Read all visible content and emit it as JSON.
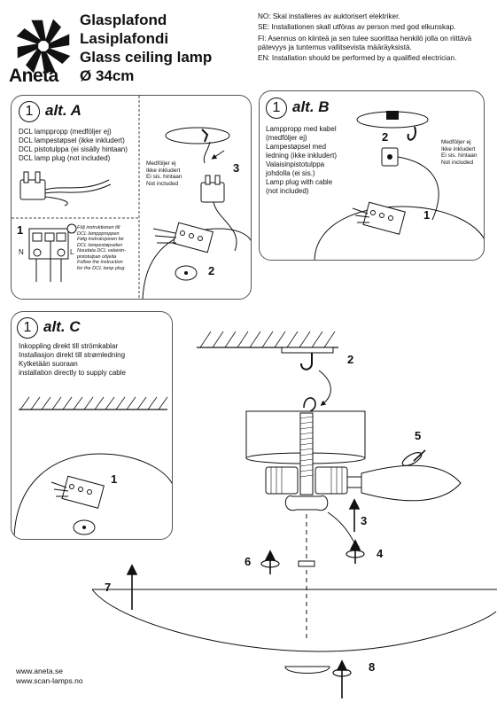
{
  "brand": "Aneta",
  "titles": [
    "Glasplafond",
    "Lasiplafondi",
    "Glass ceiling lamp",
    "Ø 34cm"
  ],
  "warnings": [
    "NO: Skal installeres av auktorisert elektriker.",
    "SE: Installationen skall utföras av person med god elkunskap.",
    "FI:   Asennus on kiinteä ja sen tulee suorittaa henkilö jolla on riittävä pätevyys ja tuntemus vallitsevista määräyksistä.",
    "EN: Installation should be performed by a qualified electrician."
  ],
  "altA": {
    "step": "1",
    "label": "alt. A",
    "lines": [
      "DCL lamppropp (medföljer ej)",
      "DCL lampestøpsel (ikke inkludert)",
      "DCL pistotulppa (ei sisälly hintaan)",
      "DCL lamp plug (not included)"
    ],
    "not_included": [
      "Medföljer ej",
      "Ikke inkludert",
      "Ei sis. hintaan",
      "Not included"
    ],
    "instructions": [
      "Följ instruktionen till",
      "DCL lamppproppen",
      "Følg instruksjonen for",
      "DCL lampestøpselen",
      "Noudata DCL valaisin-",
      "pistotulpan ohjeita",
      "Follow the instruction",
      "for the DCL lamp plug"
    ],
    "wiring_step": "1",
    "wiring_n": "N",
    "wiring_l": "L",
    "num_2": "2",
    "num_3": "3"
  },
  "altB": {
    "step": "1",
    "label": "alt. B",
    "lines": [
      "Lamppropp med kabel",
      "(medföljer ej)",
      "Lampestøpsel med",
      "ledning (ikke inkludert)",
      "Valaisinpistotulppa",
      "johdolla (ei sis.)",
      "Lamp plug with cable",
      "(not included)"
    ],
    "not_included": [
      "Medföljer ej",
      "Ikke inkludert",
      "Ei sis. hintaan",
      "Not included"
    ],
    "num_1": "1",
    "num_2": "2"
  },
  "altC": {
    "step": "1",
    "label": "alt. C",
    "lines": [
      "Inkoppling direkt till strömkablar",
      "Installasjon direkt till strømledning",
      "Kytketään suoraan",
      "installation directly to supply cable"
    ],
    "num_1": "1"
  },
  "assembly_numbers": {
    "n2": "2",
    "n3": "3",
    "n4": "4",
    "n5": "5",
    "n6": "6",
    "n7": "7",
    "n8": "8"
  },
  "footer": [
    "www.aneta.se",
    "www.scan-lamps.no"
  ]
}
